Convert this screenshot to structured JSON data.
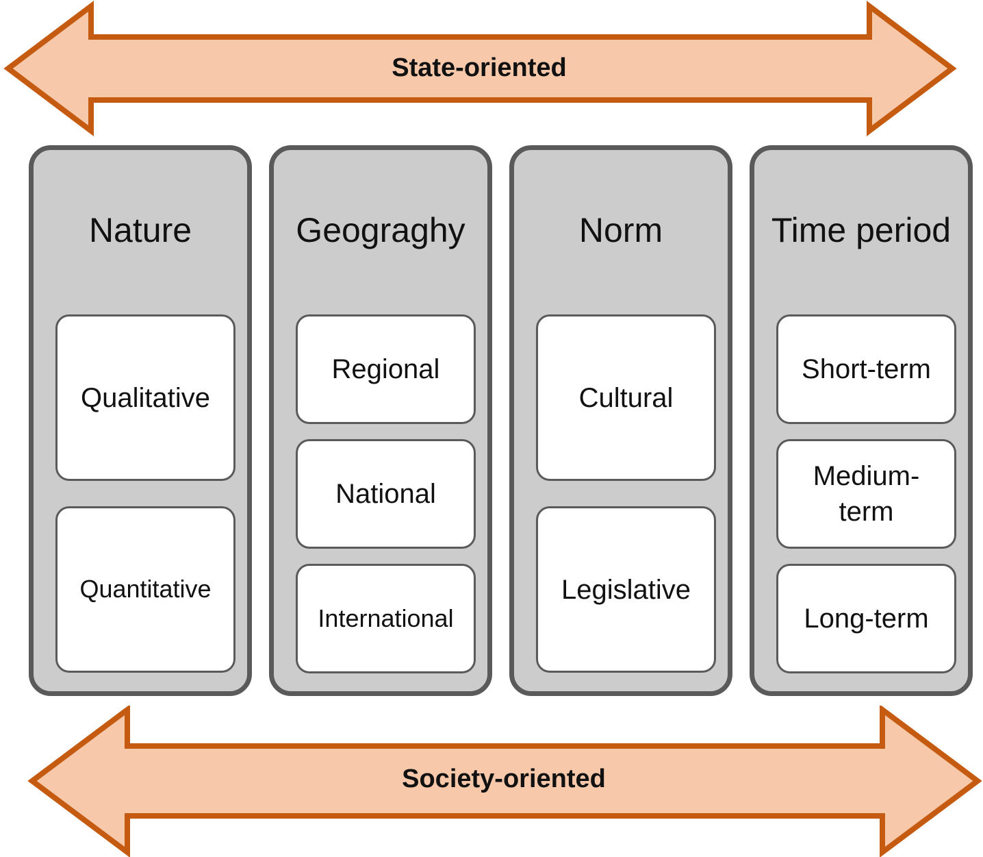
{
  "top_arrow": {
    "label": "State-oriented"
  },
  "bottom_arrow": {
    "label": "Society-oriented"
  },
  "colors": {
    "arrow_fill": "#f7c9aa",
    "arrow_stroke": "#c55a11",
    "column_fill": "#cccccc",
    "column_border": "#5a5a5a",
    "item_fill": "#ffffff"
  },
  "columns": [
    {
      "title": "Nature",
      "items": [
        "Qualitative",
        "Quantitative"
      ]
    },
    {
      "title": "Geograghy",
      "items": [
        "Regional",
        "National",
        "International"
      ]
    },
    {
      "title": "Norm",
      "items": [
        "Cultural",
        "Legislative"
      ]
    },
    {
      "title": "Time period",
      "items": [
        "Short-term",
        "Medium-\nterm",
        "Long-term"
      ]
    }
  ]
}
